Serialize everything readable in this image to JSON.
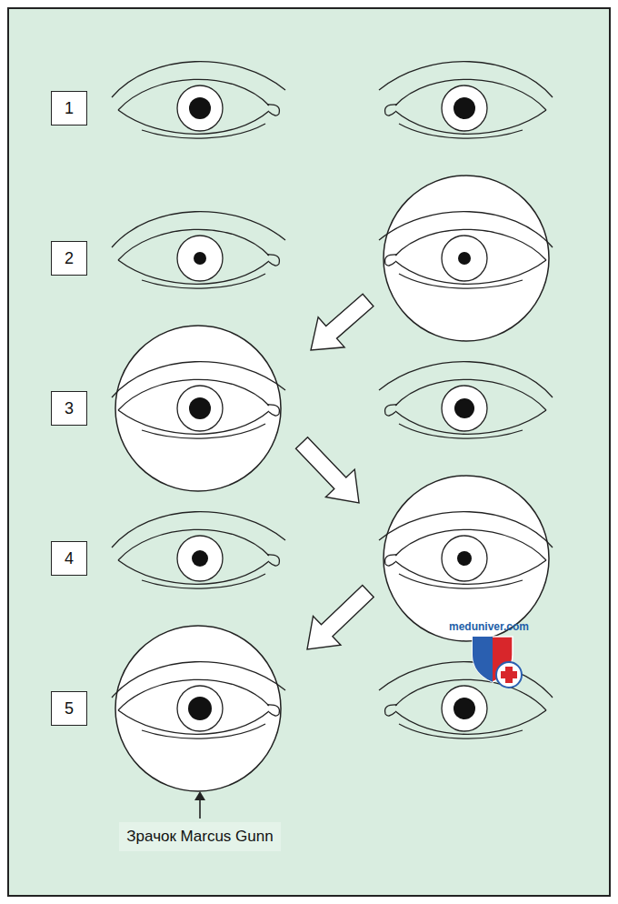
{
  "diagram": {
    "nodes": [
      {
        "text": [
          "1"
        ]
      },
      {
        "text": [
          "2"
        ]
      },
      {
        "text": [
          "3"
        ]
      },
      {
        "text": [
          "4"
        ]
      },
      {
        "text": [
          "5"
        ]
      },
      {
        "text": [
          "Зрачок Marcus Gunn"
        ]
      }
    ],
    "labels": [
      "meduniver.com"
    ]
  }
}
